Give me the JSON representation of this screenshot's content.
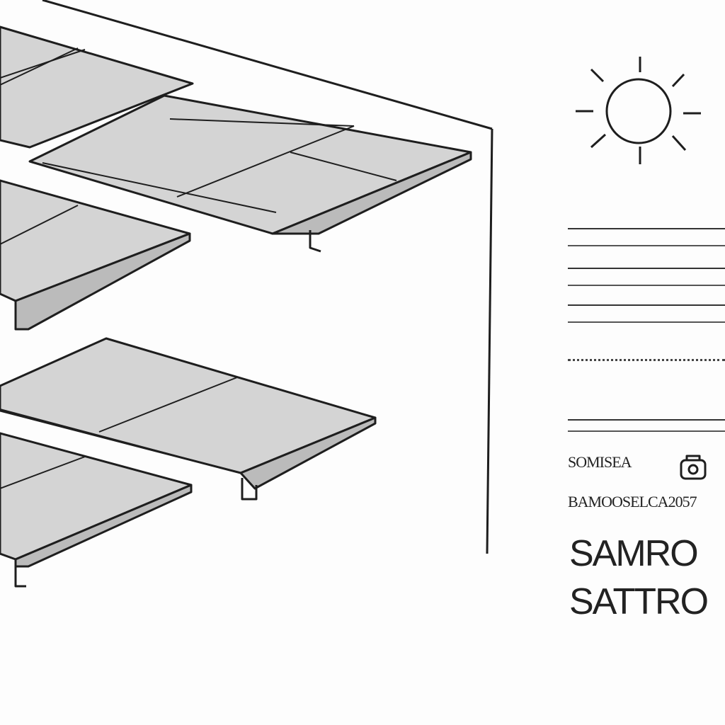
{
  "illustration": {
    "subject": "solar-panels-sketch",
    "panel_fill": "#d4d4d4",
    "stroke_color": "#1e1e1e",
    "icon": "sun-icon"
  },
  "labels": {
    "scribbles": [
      "",
      "",
      "",
      ""
    ],
    "line1": "",
    "line2": "SOMISEA",
    "line3": "BAMOOSELCA2057",
    "title1": "SAMRO",
    "title2": "SATTRO"
  }
}
